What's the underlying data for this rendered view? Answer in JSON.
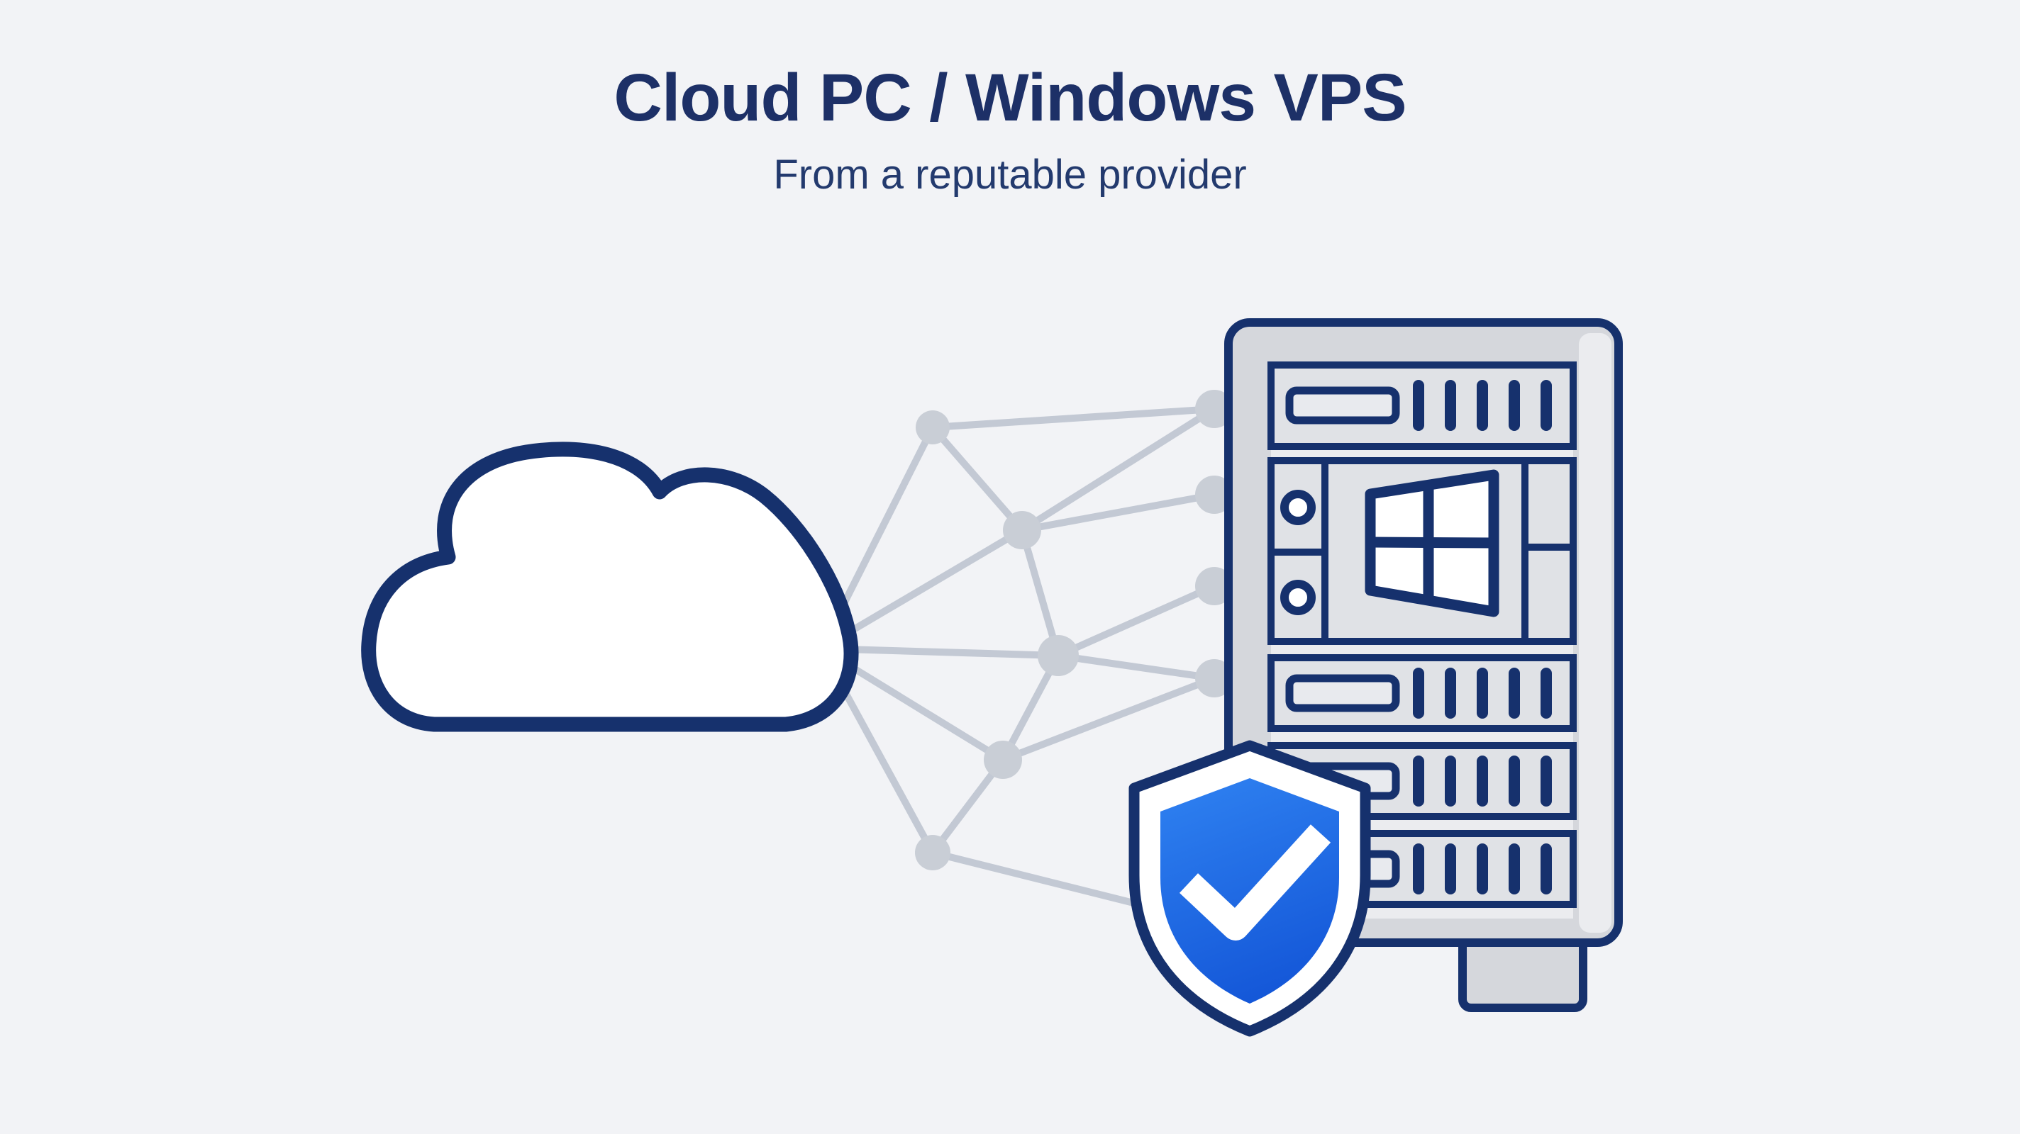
{
  "colors": {
    "bg": "#f2f3f6",
    "navy": "#16316d",
    "title-navy": "#1d3067",
    "subtitle-navy": "#233a6e",
    "line-gray": "#c3c9d4",
    "node-gray": "#c9ced6",
    "server-body": "#d5d7dc",
    "server-band": "#ebecef",
    "server-panel": "#e0e2e6",
    "slot-fill": "#e8eaee",
    "shield-blue-top": "#2e80f0",
    "shield-blue-bottom": "#1457d8",
    "check-white": "#ffffff"
  },
  "header": {
    "title": "Cloud PC / Windows VPS",
    "subtitle": "From a reputable provider"
  },
  "illustration": {
    "cloud_icon": "cloud-outline-icon",
    "network_icon": "mesh-network",
    "server_icon": "server-tower",
    "windows_icon": "windows-logo-icon",
    "shield_icon": "shield-checkmark-icon",
    "network_node_count": 9,
    "server_bay_count": 4,
    "vents_per_bay": 5
  }
}
